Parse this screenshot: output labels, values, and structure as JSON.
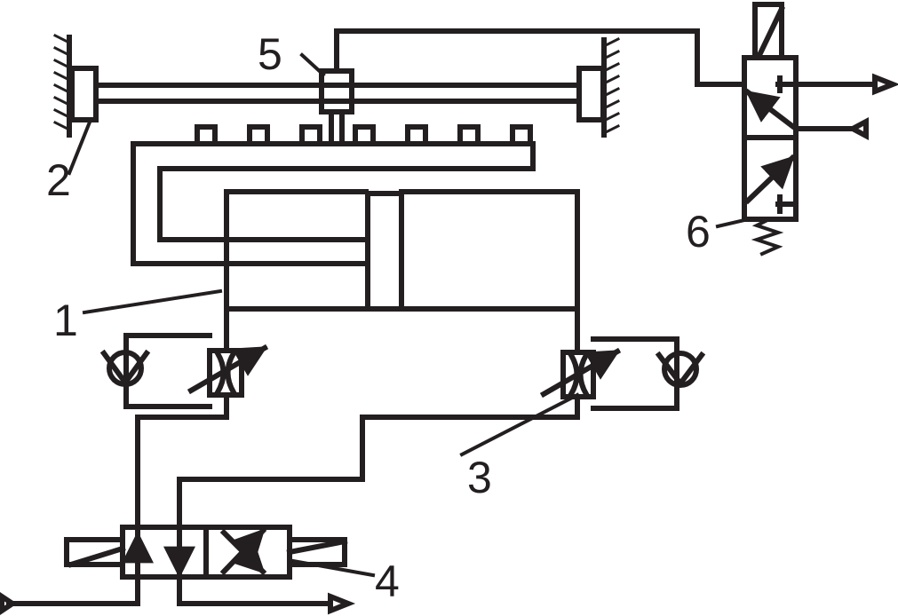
{
  "labels": {
    "cylinder": "1",
    "wall_mount_left": "2",
    "flow_control_right": "3",
    "solenoid_valve_main": "4",
    "carriage_switch": "5",
    "solenoid_valve_pilot": "6"
  },
  "colors": {
    "line": "#231f20",
    "background": "#ffffff"
  }
}
